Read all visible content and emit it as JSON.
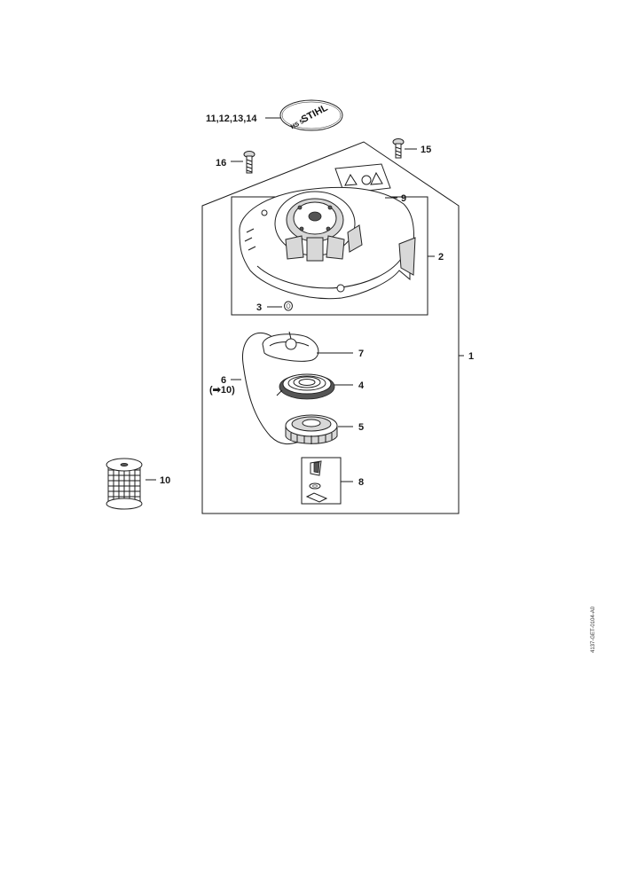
{
  "callouts": {
    "c1": "1",
    "c2": "2",
    "c3": "3",
    "c4": "4",
    "c5": "5",
    "c6": "6",
    "c6_ref": "(➡10)",
    "c7": "7",
    "c8": "8",
    "c9": "9",
    "c10": "10",
    "c11_14": "11,12,13,14",
    "c15": "15",
    "c16": "16"
  },
  "logo": {
    "brand": "STIHL",
    "model": "HS 5"
  },
  "drawing_ref": "4137-GET-0104-A0"
}
